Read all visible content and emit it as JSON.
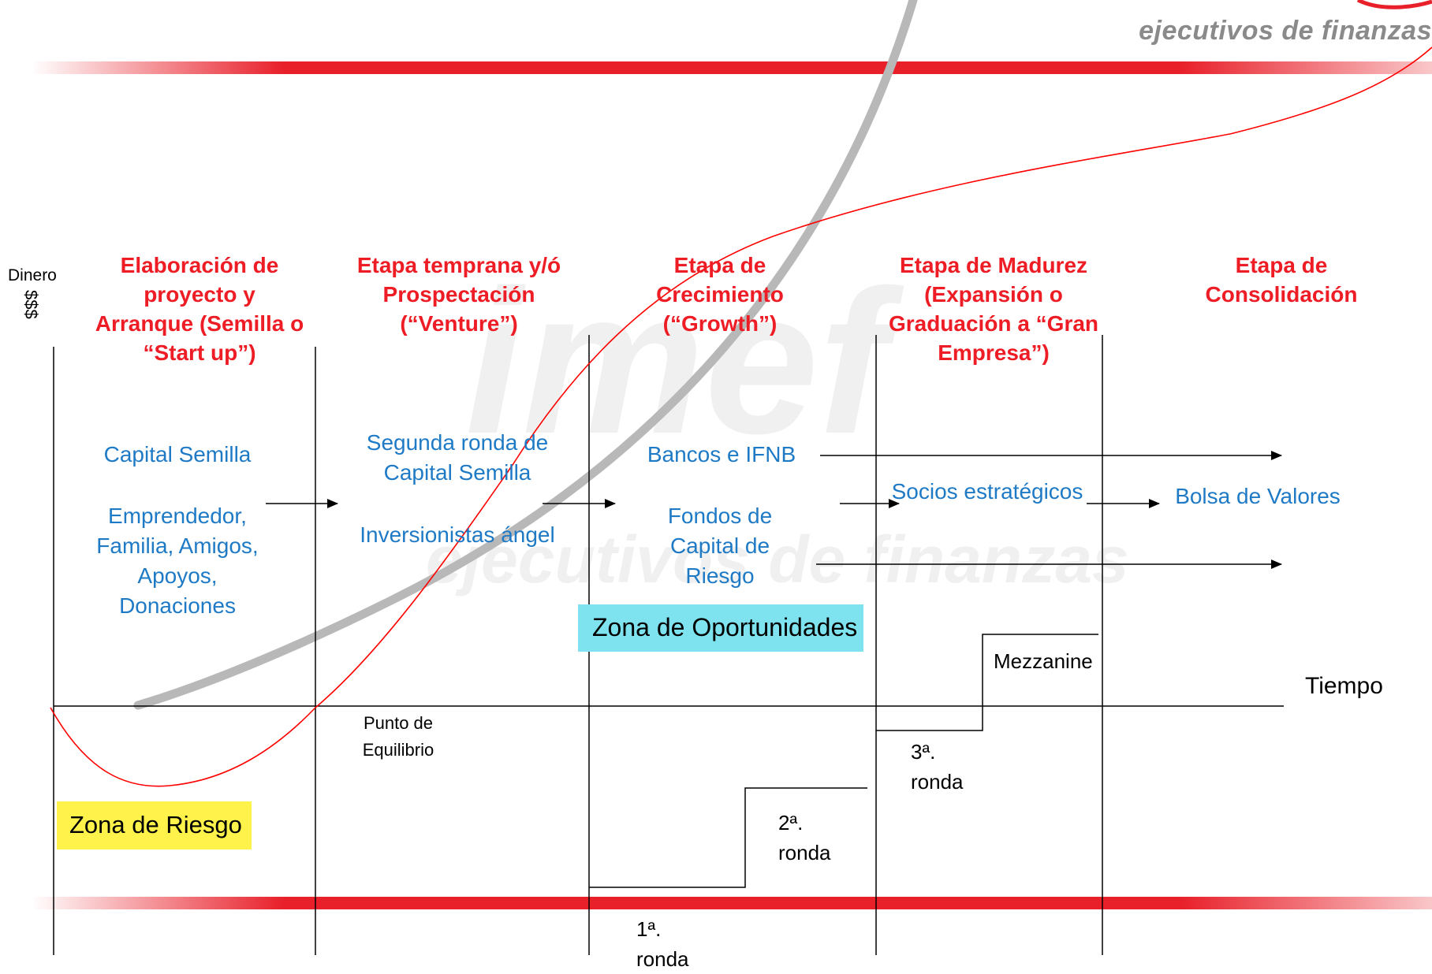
{
  "brand": {
    "tagline": "ejecutivos de finanzas",
    "watermark_logo": "imef",
    "watermark_text": "ejecutivos de finanzas"
  },
  "axes": {
    "y_label": "Dinero",
    "y_unit": "$$$",
    "x_label": "Tiempo",
    "break_even": "Punto de Equilibrio"
  },
  "stages": [
    {
      "title": "Elaboración de proyecto y Arranque (Semilla o “Start up”)"
    },
    {
      "title": "Etapa temprana y/ó Prospectación (“Venture”)"
    },
    {
      "title": "Etapa de Crecimiento (“Growth”)"
    },
    {
      "title": "Etapa de Madurez (Expansión o Graduación a “Gran Empresa”)"
    },
    {
      "title": "Etapa de Consolidación"
    }
  ],
  "sources": {
    "capital_semilla": "Capital Semilla",
    "emprendedor": "Emprendedor, Familia, Amigos, Apoyos, Donaciones",
    "segunda_ronda": "Segunda ronda de Capital Semilla",
    "inversionistas": "Inversionistas ángel",
    "bancos": "Bancos e IFNB",
    "fondos": "Fondos de Capital de Riesgo",
    "socios": "Socios estratégicos",
    "bolsa": "Bolsa de Valores"
  },
  "zones": {
    "riesgo": "Zona de Riesgo",
    "oportunidades": "Zona de Oportunidades"
  },
  "rounds": {
    "first": "1ª. ronda",
    "second": "2ª. ronda",
    "third": "3ª. ronda",
    "mezzanine": "Mezzanine"
  },
  "colors": {
    "stage_title": "#ee1c25",
    "source_text": "#1f7ac6",
    "risk_zone": "#fff24a",
    "opportunity_zone": "#7ee3ef",
    "curve": "#ff0000"
  }
}
